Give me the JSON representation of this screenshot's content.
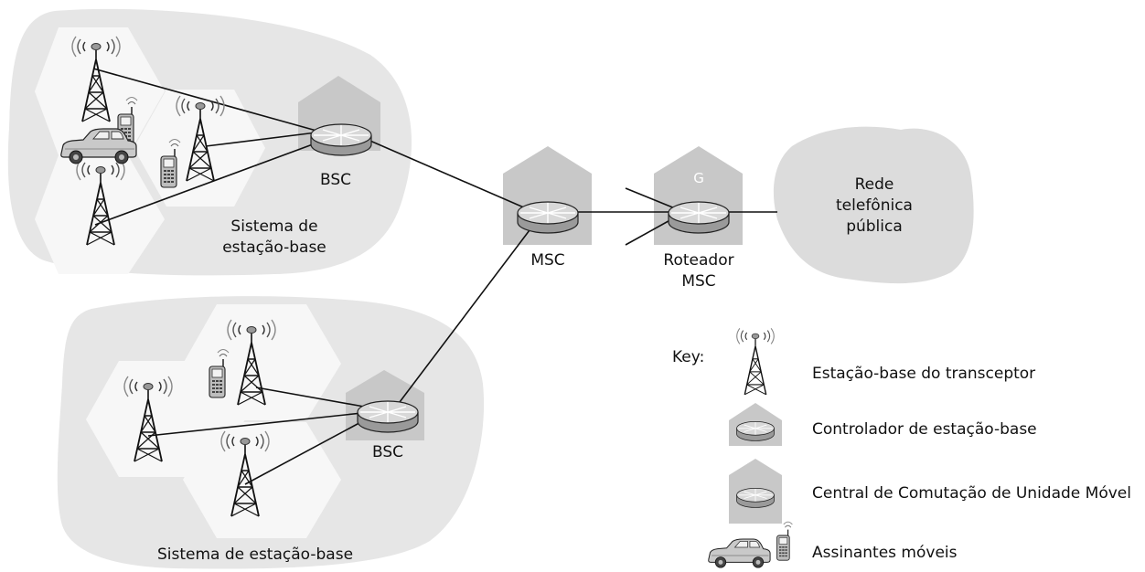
{
  "labels": {
    "bsc_top": "BSC",
    "bsc_bottom": "BSC",
    "bss_top_line1": "Sistema de",
    "bss_top_line2": "estação-base",
    "bss_bottom": "Sistema de estação-base",
    "msc": "MSC",
    "gateway_letter": "G",
    "router_line1": "Roteador",
    "router_line2": "MSC",
    "pstn_line1": "Rede",
    "pstn_line2": "telefônica",
    "pstn_line3": "pública"
  },
  "key": {
    "title": "Key:",
    "items": [
      {
        "icon": "tower-icon",
        "label": "Estação-base do transceptor"
      },
      {
        "icon": "bsc-icon",
        "label": "Controlador de estação-base"
      },
      {
        "icon": "msc-icon",
        "label": "Central de Comutação de Unidade Móvel"
      },
      {
        "icon": "subscribers-icon",
        "label": "Assinantes móveis"
      }
    ]
  },
  "colors": {
    "region_fill": "#e6e6e6",
    "cell_fill": "#f7f7f7",
    "building_fill": "#c8c8c8",
    "cloud_fill": "#dcdcdc",
    "router_top": "#d8d8d8",
    "router_side": "#9a9a9a",
    "ink": "#111111"
  }
}
